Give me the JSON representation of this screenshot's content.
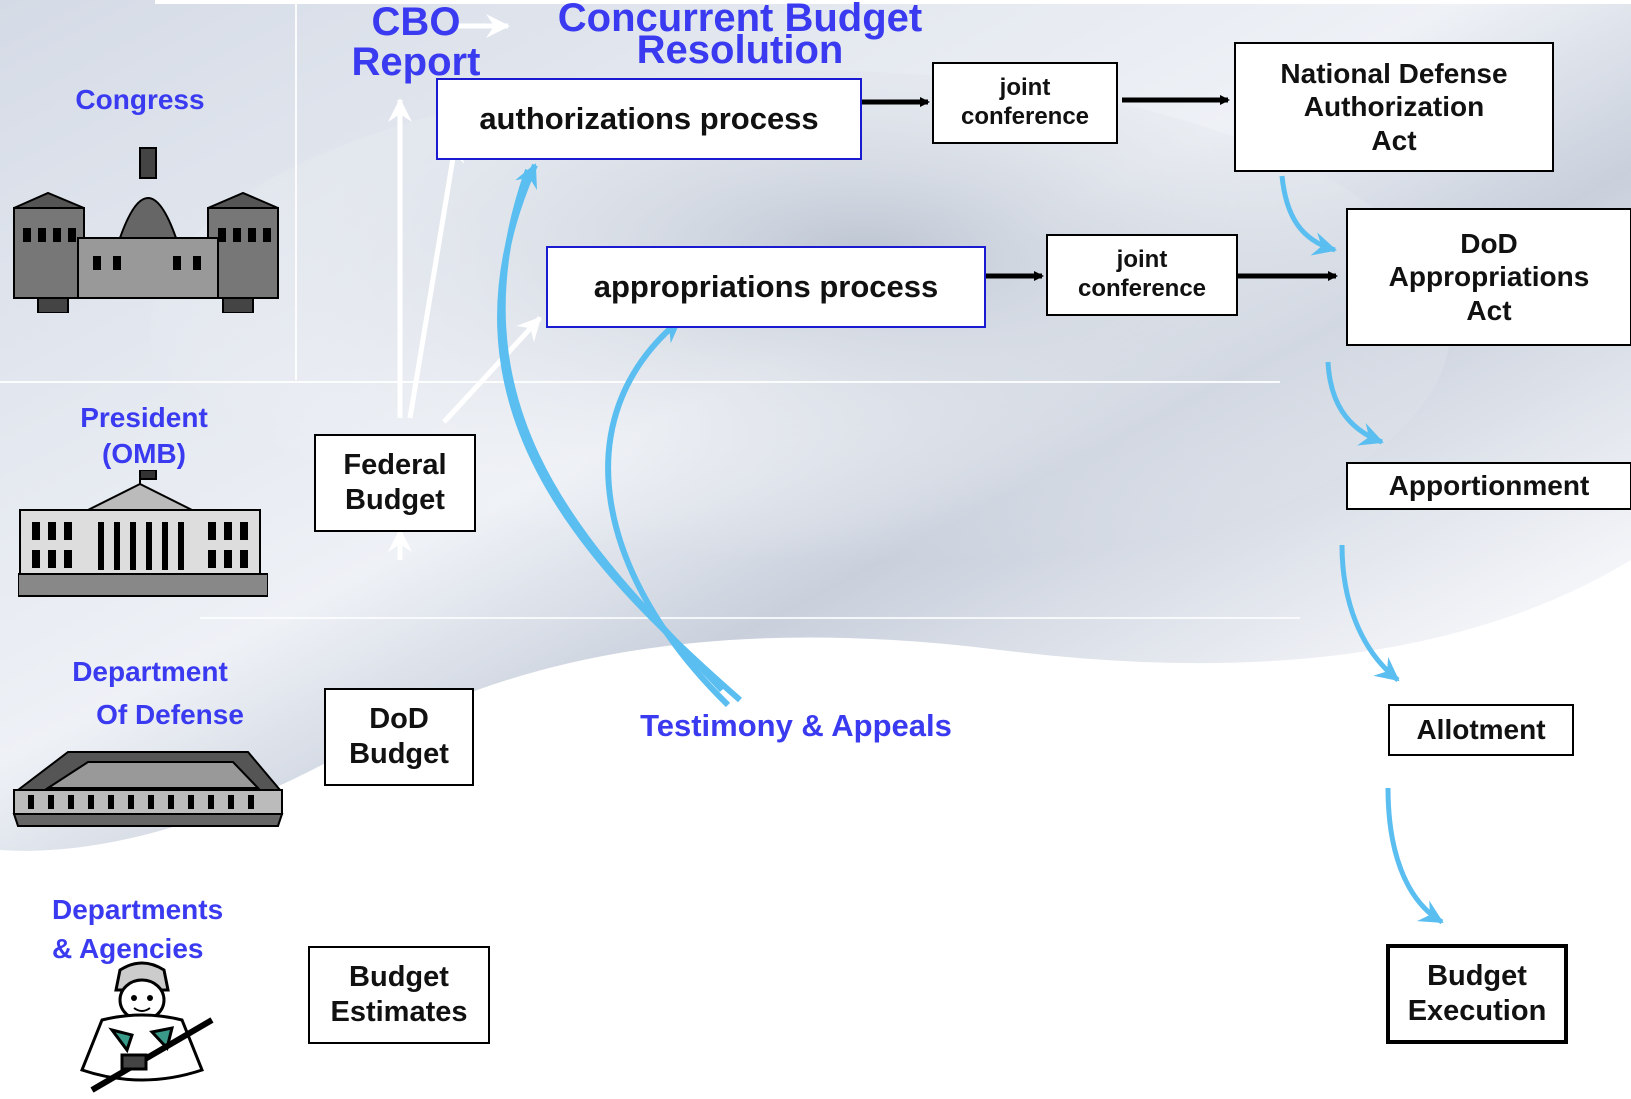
{
  "header": {
    "cbo_line1": "CBO",
    "cbo_line2": "Report",
    "cbr_line1": "Concurrent Budget",
    "cbr_line2": "Resolution"
  },
  "levels": {
    "congress": "Congress",
    "president_line1": "President",
    "president_line2": "(OMB)",
    "dod_line1": "Department",
    "dod_line2": "Of Defense",
    "agencies_line1": "Departments",
    "agencies_line2": "& Agencies"
  },
  "boxes": {
    "authorizations": "authorizations process",
    "appropriations": "appropriations  process",
    "joint1_line1": "joint",
    "joint1_line2": "conference",
    "joint2_line1": "joint",
    "joint2_line2": "conference",
    "ndaa_line1": "National Defense",
    "ndaa_line2": "Authorization",
    "ndaa_line3": "Act",
    "dodapp_line1": "DoD",
    "dodapp_line2": "Appropriations",
    "dodapp_line3": "Act",
    "federal_line1": "Federal",
    "federal_line2": "Budget",
    "dodbudget_line1": "DoD",
    "dodbudget_line2": "Budget",
    "estimates_line1": "Budget",
    "estimates_line2": "Estimates",
    "apportionment": "Apportionment",
    "allotment": "Allotment",
    "execution_line1": "Budget",
    "execution_line2": "Execution"
  },
  "testimony": "Testimony & Appeals",
  "colors": {
    "label_blue": "#3a3af0",
    "arrow_lightblue": "#5bbef0",
    "box_blue_border": "#1a1ad0"
  },
  "icons": [
    "capitol-icon",
    "white-house-icon",
    "pentagon-icon",
    "soldier-icon"
  ]
}
